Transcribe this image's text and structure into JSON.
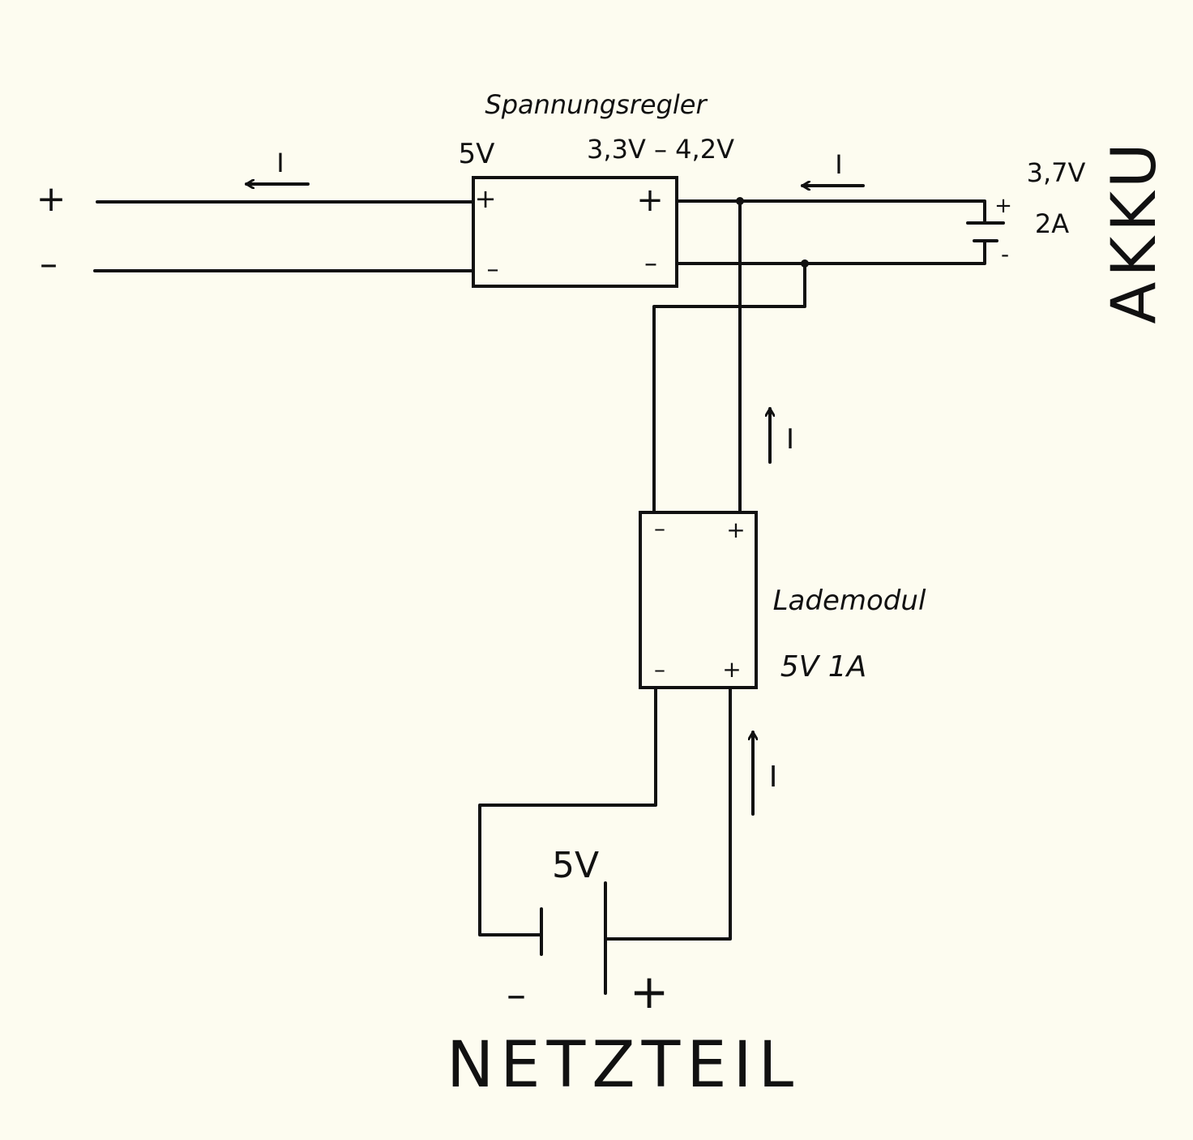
{
  "output": {
    "plus": "+",
    "minus": "–"
  },
  "regulator": {
    "title": "Spannungsregler",
    "out_voltage": "5V",
    "in_voltage": "3,3V – 4,2V",
    "pin_out_plus": "+",
    "pin_out_minus": "–",
    "pin_in_plus": "+",
    "pin_in_minus": "–"
  },
  "battery": {
    "voltage": "3,7V",
    "current": "2A",
    "label": "AKKU",
    "plus": "+",
    "minus": "-"
  },
  "charger": {
    "title": "Lademodul",
    "rating": "5V 1A",
    "pin_out_minus": "–",
    "pin_out_plus": "+",
    "pin_in_minus": "–",
    "pin_in_plus": "+"
  },
  "power_supply": {
    "voltage": "5V",
    "minus": "–",
    "plus": "+",
    "label": "NETZTEIL"
  },
  "current_symbol": "I"
}
